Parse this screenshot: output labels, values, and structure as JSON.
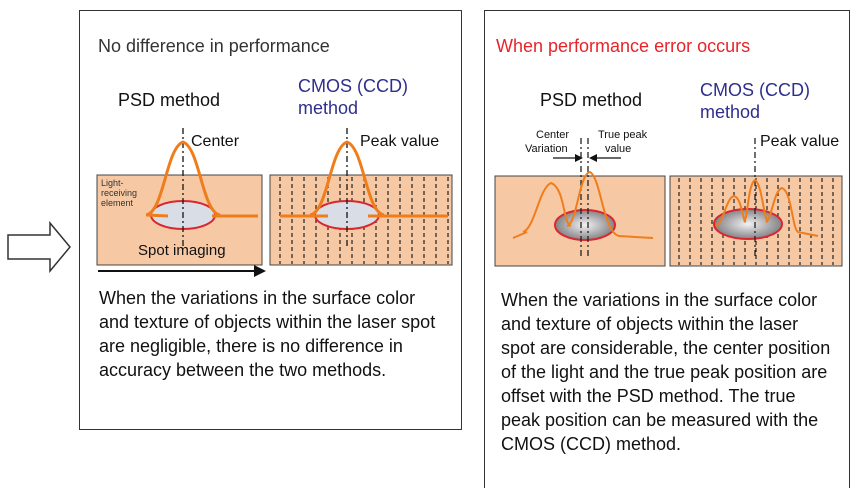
{
  "left_panel": {
    "title": "No difference in performance",
    "psd_label": "PSD method",
    "cmos_label_line1": "CMOS (CCD)",
    "cmos_label_line2": "method",
    "center_label": "Center",
    "peak_label": "Peak value",
    "element_label_lines": [
      "Light-",
      "receiving",
      "element"
    ],
    "spot_label": "Spot imaging",
    "description": "When the variations in the surface color and texture of objects within the laser spot are negligible, there is no difference in accuracy between the two methods."
  },
  "right_panel": {
    "title": "When performance error occurs",
    "psd_label": "PSD method",
    "cmos_label_line1": "CMOS (CCD)",
    "cmos_label_line2": "method",
    "center_variation_label_lines": [
      "Center",
      "Variation"
    ],
    "true_peak_label_lines": [
      "True peak",
      "value"
    ],
    "peak_label": "Peak value",
    "description": "When the variations in the surface color and texture of objects within the laser spot are considerable, the center position of the light and the true peak position are offset with the PSD method. The true peak position can be measured with the CMOS (CCD) method."
  },
  "colors": {
    "title_error": "#e8232a",
    "title_normal": "#333333",
    "method_blue": "#2e2e8c",
    "element_fill": "#f6c9a4",
    "curve_orange": "#f07d1c",
    "spot_red": "#d9262f"
  },
  "icons": [
    "right-arrow-icon"
  ]
}
